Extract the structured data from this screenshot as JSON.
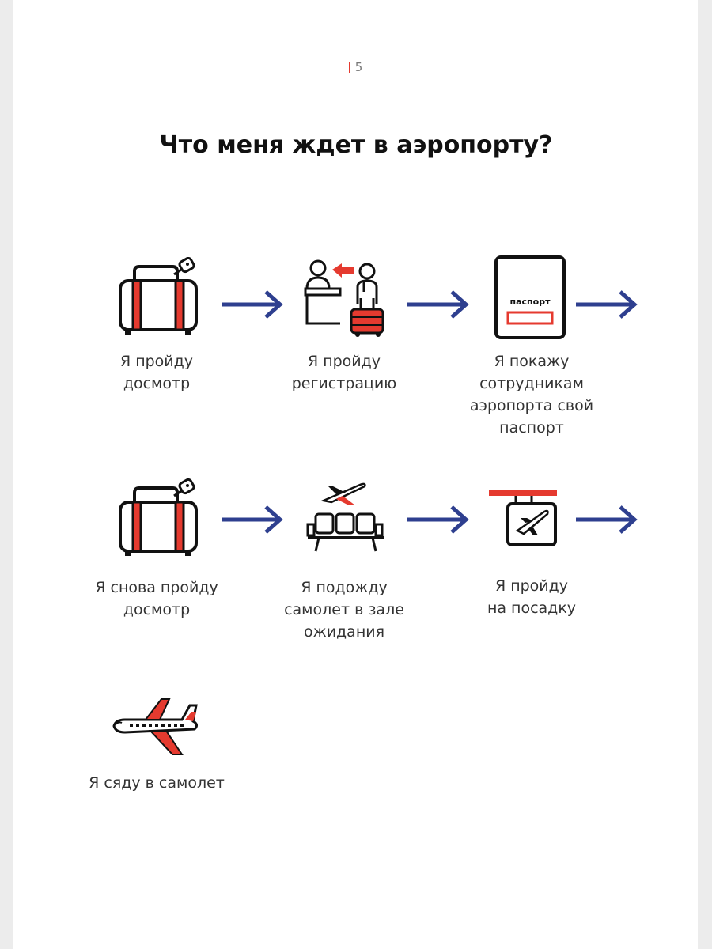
{
  "page_number": "5",
  "title": "Что меня ждет в аэропорту?",
  "steps": [
    {
      "label_lines": [
        "Я пройду",
        "досмотр"
      ],
      "icon": "suitcase-icon"
    },
    {
      "label_lines": [
        "Я пройду",
        "регистрацию"
      ],
      "icon": "check-in-desk-icon"
    },
    {
      "label_lines": [
        "Я покажу",
        "сотрудникам",
        "аэропорта свой",
        "паспорт"
      ],
      "icon": "passport-icon",
      "icon_text": "паспорт"
    },
    {
      "label_lines": [
        "Я снова пройду",
        "досмотр"
      ],
      "icon": "suitcase-icon"
    },
    {
      "label_lines": [
        "Я подожду",
        "самолет в зале",
        "ожидания"
      ],
      "icon": "waiting-hall-icon"
    },
    {
      "label_lines": [
        "Я пройду",
        "на посадку"
      ],
      "icon": "boarding-sign-icon"
    },
    {
      "label_lines": [
        "Я сяду в самолет"
      ],
      "icon": "airplane-icon"
    }
  ],
  "colors": {
    "accent": "#e53a2f",
    "arrow": "#2e3f8f",
    "ink": "#111111"
  }
}
